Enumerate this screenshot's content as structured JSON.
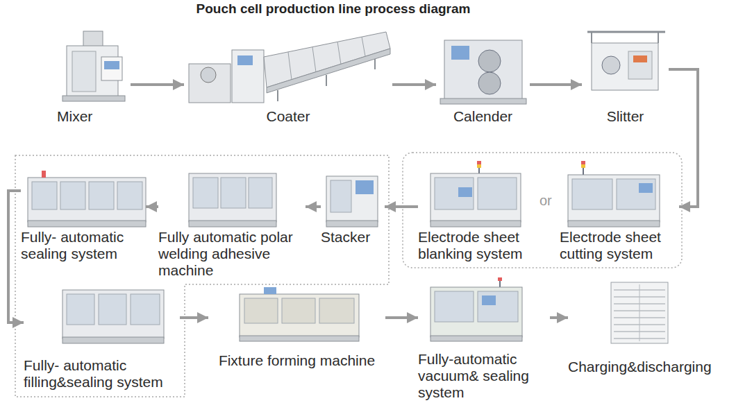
{
  "diagram": {
    "title": "Pouch cell production line process diagram",
    "nodes": [
      {
        "text": [
          "Mixer"
        ]
      },
      {
        "text": [
          "Coater"
        ]
      },
      {
        "text": [
          "Calender"
        ]
      },
      {
        "text": [
          "Slitter"
        ]
      },
      {
        "text": [
          "Fully- automatic sealing system"
        ]
      },
      {
        "text": [
          "Fully automatic polar welding adhesive machine"
        ]
      },
      {
        "text": [
          "Stacker"
        ]
      },
      {
        "text": [
          "Electrode sheet blanking system"
        ]
      },
      {
        "text": [
          "Electrode sheet cutting system"
        ]
      },
      {
        "text": [
          "Fully- automatic filling&sealing system"
        ]
      },
      {
        "text": [
          "Fixture forming machine"
        ]
      },
      {
        "text": [
          "Fully-automatic vacuum& sealing system"
        ]
      },
      {
        "text": [
          "Charging&discharging"
        ]
      }
    ],
    "edges": [
      {
        "from": 0,
        "to": 1,
        "arrow": "to"
      },
      {
        "from": 1,
        "to": 2,
        "arrow": "to"
      },
      {
        "from": 2,
        "to": 3,
        "arrow": "to"
      },
      {
        "from": 3,
        "to": 8,
        "arrow": "to"
      },
      {
        "from": 7,
        "to": 6,
        "arrow": "to"
      },
      {
        "from": 6,
        "to": 5,
        "arrow": "to"
      },
      {
        "from": 5,
        "to": 4,
        "arrow": "to"
      },
      {
        "from": 4,
        "to": 9,
        "arrow": "to"
      },
      {
        "from": 9,
        "to": 10,
        "arrow": "to"
      },
      {
        "from": 10,
        "to": 11,
        "arrow": "to"
      },
      {
        "from": 11,
        "to": 12,
        "arrow": "to"
      }
    ],
    "labels": [
      "or"
    ]
  }
}
